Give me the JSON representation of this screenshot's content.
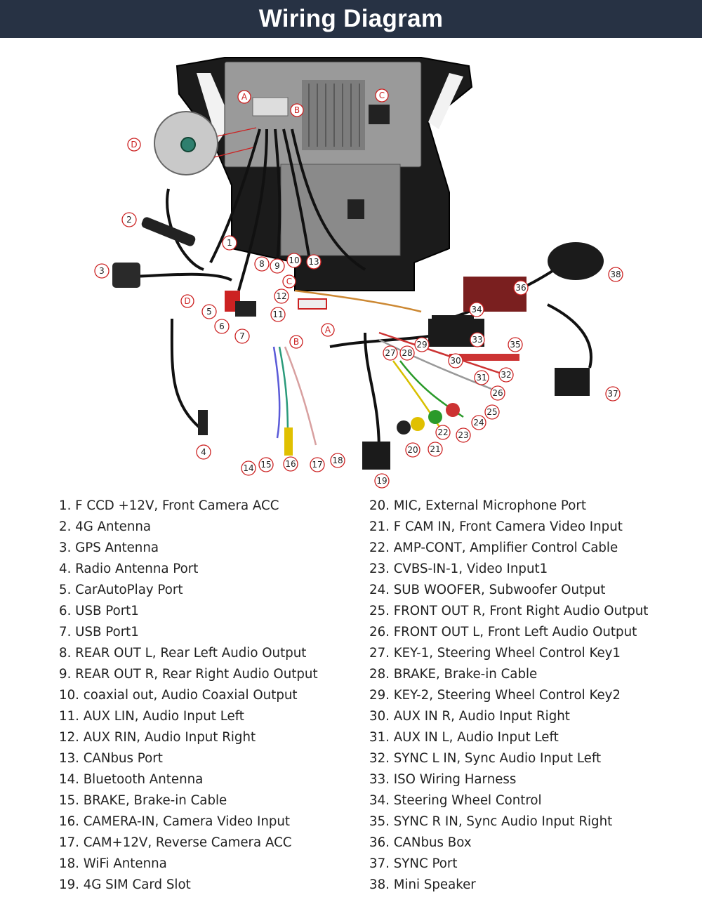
{
  "header": {
    "title": "Wiring Diagram"
  },
  "diagram": {
    "callouts": [
      "1",
      "2",
      "3",
      "4",
      "5",
      "6",
      "7",
      "8",
      "9",
      "10",
      "11",
      "12",
      "13",
      "14",
      "15",
      "16",
      "17",
      "18",
      "19",
      "20",
      "21",
      "22",
      "23",
      "24",
      "25",
      "26",
      "27",
      "28",
      "29",
      "30",
      "31",
      "32",
      "33",
      "34",
      "35",
      "36",
      "37",
      "38"
    ],
    "letters": [
      "A",
      "B",
      "C",
      "D",
      "A",
      "B",
      "C",
      "D"
    ]
  },
  "legend": {
    "left": [
      "1. F CCD +12V, Front Camera ACC",
      "2. 4G Antenna",
      "3. GPS Antenna",
      "4. Radio Antenna Port",
      "5. CarAutoPlay Port",
      "6. USB Port1",
      "7. USB Port1",
      "8. REAR OUT L, Rear Left Audio Output",
      "9. REAR OUT R, Rear Right Audio Output",
      "10. coaxial out, Audio Coaxial Output",
      "11. AUX LIN, Audio Input Left",
      "12. AUX RIN, Audio Input Right",
      "13. CANbus Port",
      "14. Bluetooth Antenna",
      "15. BRAKE, Brake-in Cable",
      "16. CAMERA-IN, Camera Video Input",
      "17. CAM+12V, Reverse Camera ACC",
      "18. WiFi Antenna",
      "19. 4G SIM Card Slot"
    ],
    "right": [
      "20. MIC, External Microphone Port",
      "21. F CAM IN, Front Camera Video Input",
      "22. AMP-CONT, Amplifier Control Cable",
      "23. CVBS-IN-1, Video Input1",
      "24. SUB WOOFER, Subwoofer Output",
      "25. FRONT OUT R, Front Right Audio Output",
      "26. FRONT OUT L, Front Left Audio Output",
      "27. KEY-1, Steering Wheel Control Key1",
      "28. BRAKE, Brake-in Cable",
      "29. KEY-2, Steering Wheel Control Key2",
      "30. AUX IN R, Audio Input Right",
      "31. AUX IN L, Audio Input Left",
      "32. SYNC L IN, Sync Audio Input Left",
      "33. ISO Wiring Harness",
      "34. Steering Wheel Control",
      "35. SYNC R IN, Sync Audio Input Right",
      "36. CANbus Box",
      "37. SYNC Port",
      "38. Mini Speaker"
    ]
  }
}
